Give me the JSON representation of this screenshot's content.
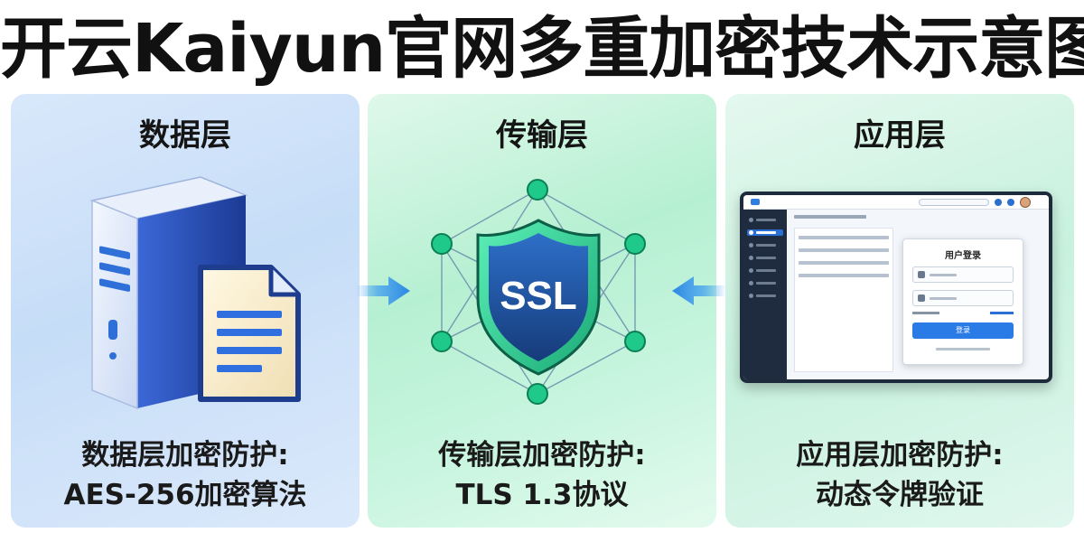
{
  "title": "开云Kaiyun官网多重加密技术示意图",
  "panels": [
    {
      "heading": "数据层",
      "caption_line1": "数据层加密防护:",
      "caption_line2": "AES-256加密算法"
    },
    {
      "heading": "传输层",
      "badge_text": "SSL",
      "caption_line1": "传输层加密防护:",
      "caption_line2": "TLS 1.3协议"
    },
    {
      "heading": "应用层",
      "login_title": "用户登录",
      "login_button": "登录",
      "caption_line1": "应用层加密防护:",
      "caption_line2": "动态令牌验证"
    }
  ],
  "colors": {
    "data_panel": "#c6ddf7",
    "transport_panel": "#b6f0d2",
    "app_panel": "#c7f1de",
    "arrow": "#3b9cf0",
    "node": "#1ec98a",
    "shield": "#1c4f9e",
    "login_button": "#2b7be6"
  }
}
